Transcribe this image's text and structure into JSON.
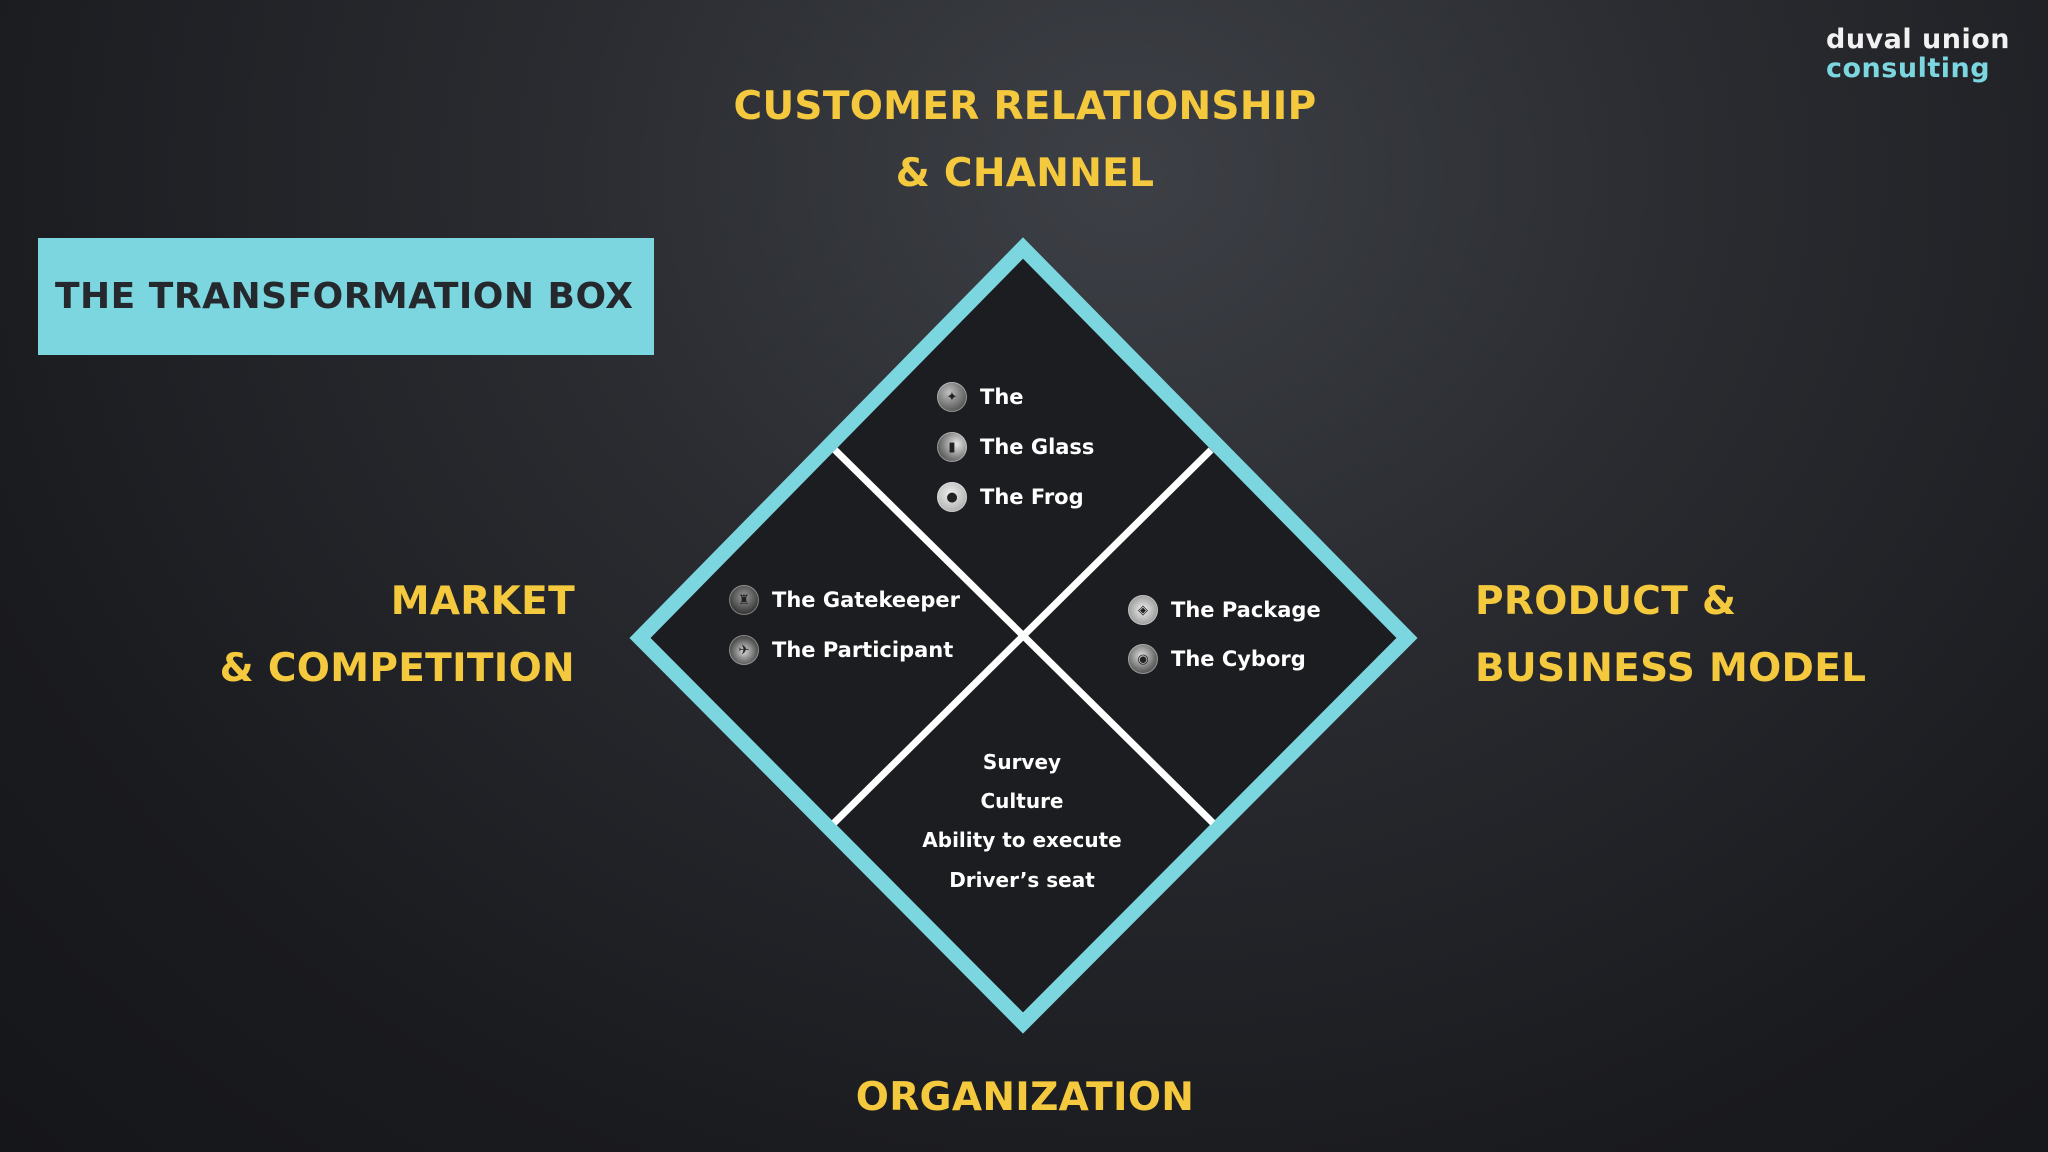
{
  "logo": {
    "line1": "duval union",
    "line2": "consulting"
  },
  "title": "THE TRANSFORMATION BOX",
  "axes": {
    "top": [
      "CUSTOMER RELATIONSHIP",
      "& CHANNEL"
    ],
    "left": [
      "MARKET",
      "& COMPETITION"
    ],
    "right": [
      "PRODUCT &",
      "BUSINESS MODEL"
    ],
    "bottom": "ORGANIZATION"
  },
  "quadrants": {
    "top": [
      {
        "label": "The",
        "icon": "figures-photo-icon"
      },
      {
        "label": "The Glass",
        "icon": "glass-photo-icon"
      },
      {
        "label": "The Frog",
        "icon": "frog-photo-icon"
      }
    ],
    "left": [
      {
        "label": "The Gatekeeper",
        "icon": "gatekeeper-photo-icon"
      },
      {
        "label": "The Participant",
        "icon": "participant-photo-icon"
      }
    ],
    "right": [
      {
        "label": "The Package",
        "icon": "package-photo-icon"
      },
      {
        "label": "The Cyborg",
        "icon": "cyborg-photo-icon"
      }
    ],
    "bottom": [
      "Survey",
      "Culture",
      "Ability to execute",
      "Driver’s seat"
    ]
  },
  "colors": {
    "accent_teal": "#7cd6df",
    "label_yellow": "#f5c93e",
    "background": "#1f2024",
    "divider": "#ffffff"
  }
}
